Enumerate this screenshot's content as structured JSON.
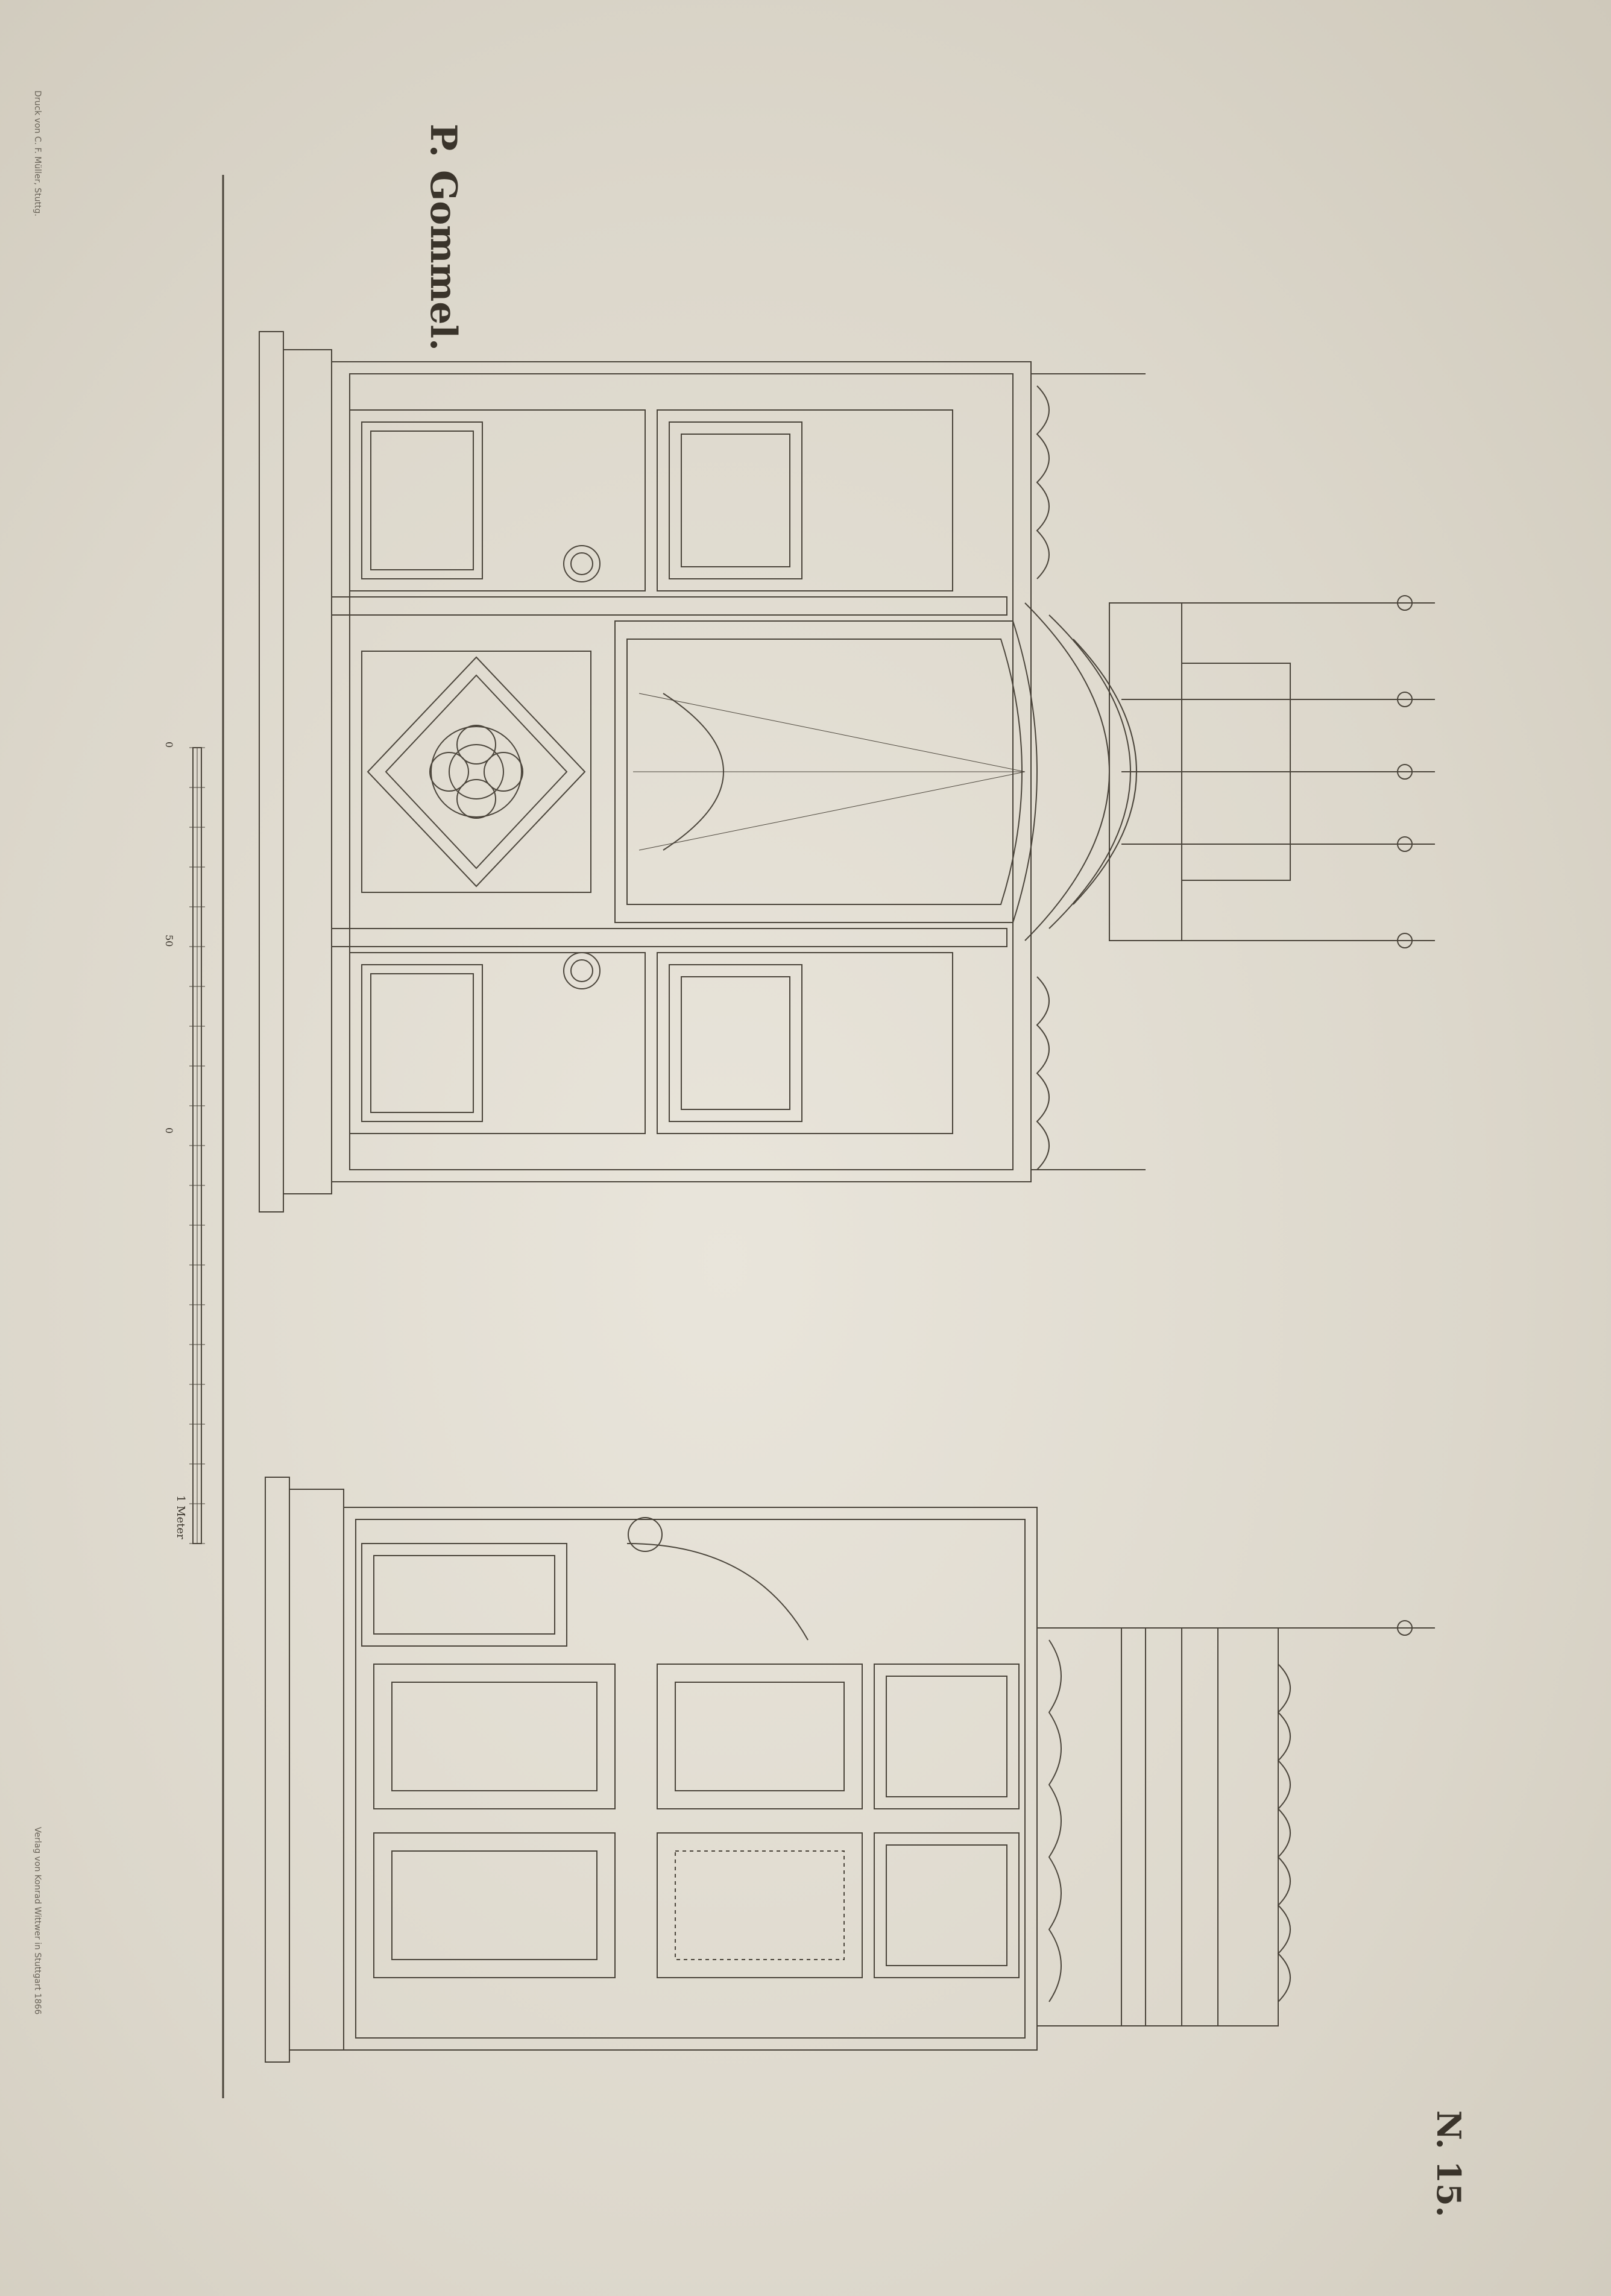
{
  "plate": {
    "signature": "P. Gommel.",
    "plate_number": "N. 15.",
    "printer_credit": "Druck von C. F. Müller, Stuttg.",
    "publisher_credit": "Verlag von Konrad Wittwer in Stuttgart 1866"
  },
  "scale_bar": {
    "end_label": "0",
    "mid_label": "50",
    "zero_label": "0",
    "unit_label": "1 Meter"
  },
  "colors": {
    "paper": "#e4e0d6",
    "ink": "#3a342b"
  }
}
